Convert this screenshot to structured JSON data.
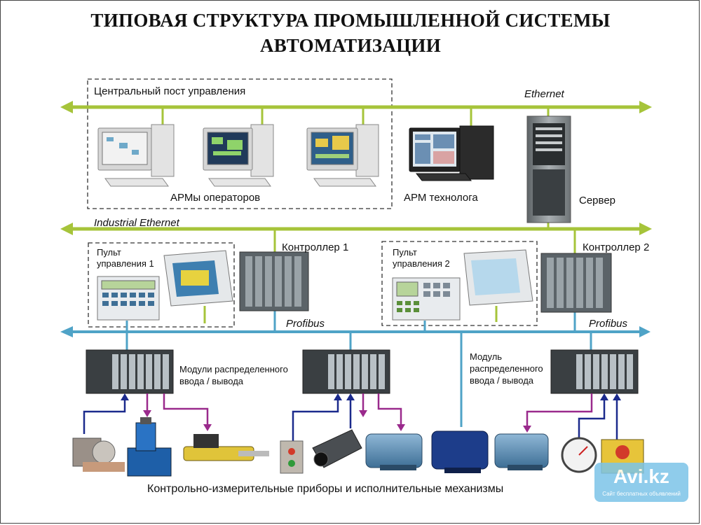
{
  "title": {
    "line1": "ТИПОВАЯ СТРУКТУРА ПРОМЫШЛЕННОЙ СИСТЕМЫ",
    "line2": "АВТОМАТИЗАЦИИ"
  },
  "buses": {
    "ethernet": "Ethernet",
    "industrial_ethernet": "Industrial Ethernet",
    "profibus_left": "Profibus",
    "profibus_right": "Profibus"
  },
  "labels": {
    "central_post": "Центральный пост управления",
    "operator_workstations": "АРМы операторов",
    "technologist_workstation": "АРМ технолога",
    "server": "Сервер",
    "controller_1": "Контроллер 1",
    "controller_2": "Контроллер 2",
    "panel_1_line1": "Пульт",
    "panel_1_line2": "управления 1",
    "panel_2_line1": "Пульт",
    "panel_2_line2": "управления 2",
    "io_modules_left_line1": "Модули распределенного",
    "io_modules_left_line2": "ввода / вывода",
    "io_module_right_line1": "Модуль",
    "io_module_right_line2": "распределенного",
    "io_module_right_line3": "ввода / вывода",
    "field_devices": "Контрольно-измерительные приборы и исполнительные механизмы"
  },
  "colors": {
    "bus_green": "#a6c43a",
    "profibus_blue": "#4fa3c7",
    "input_arrow": "#1b2a8c",
    "output_arrow": "#9a2a8c"
  },
  "watermark": {
    "text": "Avi.kz",
    "subtext": "Сайт бесплатных объявлений"
  }
}
